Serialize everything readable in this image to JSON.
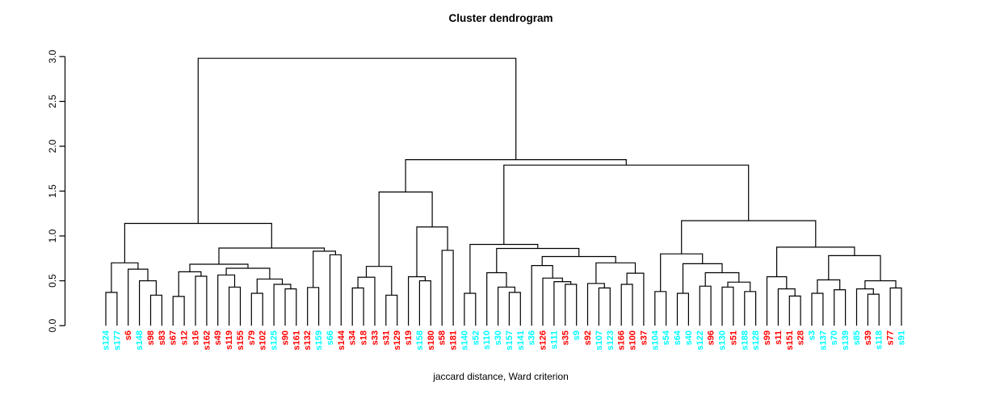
{
  "title": "Cluster dendrogram",
  "caption": "jaccard distance, Ward criterion",
  "colors": {
    "red": "#FF0000",
    "cyan": "#00FFFF",
    "line": "#000000"
  },
  "chart_data": {
    "type": "dendrogram",
    "title": "Cluster dendrogram",
    "xlabel": "jaccard distance, Ward criterion",
    "ylabel": "",
    "ylim": [
      0.0,
      3.0
    ],
    "yticks": [
      "0.0",
      "0.5",
      "1.0",
      "1.5",
      "2.0",
      "2.5",
      "3.0"
    ],
    "grid": false,
    "leaves": [
      {
        "label": "s124",
        "color": "cyan"
      },
      {
        "label": "s177",
        "color": "cyan"
      },
      {
        "label": "s6",
        "color": "red"
      },
      {
        "label": "s148",
        "color": "cyan"
      },
      {
        "label": "s98",
        "color": "red"
      },
      {
        "label": "s83",
        "color": "red"
      },
      {
        "label": "s67",
        "color": "red"
      },
      {
        "label": "s12",
        "color": "red"
      },
      {
        "label": "s16",
        "color": "red"
      },
      {
        "label": "s162",
        "color": "red"
      },
      {
        "label": "s49",
        "color": "red"
      },
      {
        "label": "s119",
        "color": "red"
      },
      {
        "label": "s155",
        "color": "red"
      },
      {
        "label": "s79",
        "color": "red"
      },
      {
        "label": "s102",
        "color": "red"
      },
      {
        "label": "s125",
        "color": "cyan"
      },
      {
        "label": "s90",
        "color": "red"
      },
      {
        "label": "s161",
        "color": "red"
      },
      {
        "label": "s132",
        "color": "red"
      },
      {
        "label": "s159",
        "color": "cyan"
      },
      {
        "label": "s66",
        "color": "cyan"
      },
      {
        "label": "s144",
        "color": "red"
      },
      {
        "label": "s34",
        "color": "red"
      },
      {
        "label": "s18",
        "color": "red"
      },
      {
        "label": "s33",
        "color": "red"
      },
      {
        "label": "s31",
        "color": "red"
      },
      {
        "label": "s129",
        "color": "red"
      },
      {
        "label": "s19",
        "color": "red"
      },
      {
        "label": "s158",
        "color": "cyan"
      },
      {
        "label": "s180",
        "color": "red"
      },
      {
        "label": "s58",
        "color": "red"
      },
      {
        "label": "s181",
        "color": "red"
      },
      {
        "label": "s140",
        "color": "cyan"
      },
      {
        "label": "s52",
        "color": "cyan"
      },
      {
        "label": "s110",
        "color": "cyan"
      },
      {
        "label": "s30",
        "color": "cyan"
      },
      {
        "label": "s157",
        "color": "cyan"
      },
      {
        "label": "s141",
        "color": "cyan"
      },
      {
        "label": "s36",
        "color": "cyan"
      },
      {
        "label": "s126",
        "color": "red"
      },
      {
        "label": "s111",
        "color": "cyan"
      },
      {
        "label": "s35",
        "color": "red"
      },
      {
        "label": "s9",
        "color": "cyan"
      },
      {
        "label": "s92",
        "color": "red"
      },
      {
        "label": "s107",
        "color": "cyan"
      },
      {
        "label": "s123",
        "color": "cyan"
      },
      {
        "label": "s166",
        "color": "red"
      },
      {
        "label": "s100",
        "color": "red"
      },
      {
        "label": "s37",
        "color": "red"
      },
      {
        "label": "s104",
        "color": "cyan"
      },
      {
        "label": "s54",
        "color": "cyan"
      },
      {
        "label": "s64",
        "color": "cyan"
      },
      {
        "label": "s40",
        "color": "cyan"
      },
      {
        "label": "s122",
        "color": "cyan"
      },
      {
        "label": "s96",
        "color": "red"
      },
      {
        "label": "s130",
        "color": "cyan"
      },
      {
        "label": "s51",
        "color": "red"
      },
      {
        "label": "s188",
        "color": "cyan"
      },
      {
        "label": "s128",
        "color": "cyan"
      },
      {
        "label": "s99",
        "color": "red"
      },
      {
        "label": "s11",
        "color": "red"
      },
      {
        "label": "s151",
        "color": "red"
      },
      {
        "label": "s28",
        "color": "red"
      },
      {
        "label": "s3",
        "color": "cyan"
      },
      {
        "label": "s137",
        "color": "cyan"
      },
      {
        "label": "s70",
        "color": "cyan"
      },
      {
        "label": "s139",
        "color": "cyan"
      },
      {
        "label": "s85",
        "color": "cyan"
      },
      {
        "label": "s39",
        "color": "red"
      },
      {
        "label": "s118",
        "color": "cyan"
      },
      {
        "label": "s77",
        "color": "red"
      },
      {
        "label": "s91",
        "color": "cyan"
      }
    ],
    "tree": {
      "h": 2.98,
      "c": [
        {
          "h": 1.14,
          "c": [
            {
              "h": 0.7,
              "c": [
                {
                  "h": 0.37,
                  "c": [
                    "s124",
                    "s177"
                  ]
                },
                {
                  "h": 0.63,
                  "c": [
                    "s6",
                    {
                      "h": 0.5,
                      "c": [
                        "s148",
                        {
                          "h": 0.34,
                          "c": [
                            "s98",
                            "s83"
                          ]
                        }
                      ]
                    }
                  ]
                }
              ]
            },
            {
              "h": 0.865,
              "c": [
                {
                  "h": 0.685,
                  "c": [
                    {
                      "h": 0.6,
                      "c": [
                        {
                          "h": 0.325,
                          "c": [
                            "s67",
                            "s12"
                          ]
                        },
                        {
                          "h": 0.55,
                          "c": [
                            "s16",
                            "s162"
                          ]
                        }
                      ]
                    },
                    {
                      "h": 0.64,
                      "c": [
                        {
                          "h": 0.565,
                          "c": [
                            "s49",
                            {
                              "h": 0.43,
                              "c": [
                                "s119",
                                "s155"
                              ]
                            }
                          ]
                        },
                        {
                          "h": 0.52,
                          "c": [
                            {
                              "h": 0.36,
                              "c": [
                                "s79",
                                "s102"
                              ]
                            },
                            {
                              "h": 0.46,
                              "c": [
                                "s125",
                                {
                                  "h": 0.41,
                                  "c": [
                                    "s90",
                                    "s161"
                                  ]
                                }
                              ]
                            }
                          ]
                        }
                      ]
                    }
                  ]
                },
                {
                  "h": 0.83,
                  "c": [
                    {
                      "h": 0.425,
                      "c": [
                        "s132",
                        "s159"
                      ]
                    },
                    {
                      "h": 0.79,
                      "c": [
                        "s66",
                        "s144"
                      ]
                    }
                  ]
                }
              ]
            }
          ]
        },
        {
          "h": 1.85,
          "c": [
            {
              "h": 1.49,
              "c": [
                {
                  "h": 0.66,
                  "c": [
                    {
                      "h": 0.54,
                      "c": [
                        {
                          "h": 0.42,
                          "c": [
                            "s34",
                            "s18"
                          ]
                        },
                        "s33"
                      ]
                    },
                    {
                      "h": 0.34,
                      "c": [
                        "s31",
                        "s129"
                      ]
                    }
                  ]
                },
                {
                  "h": 1.1,
                  "c": [
                    {
                      "h": 0.545,
                      "c": [
                        "s19",
                        {
                          "h": 0.5,
                          "c": [
                            "s158",
                            "s180"
                          ]
                        }
                      ]
                    },
                    {
                      "h": 0.84,
                      "c": [
                        "s58",
                        "s181"
                      ]
                    }
                  ]
                }
              ]
            },
            {
              "h": 1.79,
              "c": [
                {
                  "h": 0.905,
                  "c": [
                    {
                      "h": 0.36,
                      "c": [
                        "s140",
                        "s52"
                      ]
                    },
                    {
                      "h": 0.86,
                      "c": [
                        {
                          "h": 0.59,
                          "c": [
                            "s110",
                            {
                              "h": 0.43,
                              "c": [
                                "s30",
                                {
                                  "h": 0.37,
                                  "c": [
                                    "s157",
                                    "s141"
                                  ]
                                }
                              ]
                            }
                          ]
                        },
                        {
                          "h": 0.77,
                          "c": [
                            {
                              "h": 0.67,
                              "c": [
                                "s36",
                                {
                                  "h": 0.53,
                                  "c": [
                                    "s126",
                                    {
                                      "h": 0.49,
                                      "c": [
                                        "s111",
                                        {
                                          "h": 0.46,
                                          "c": [
                                            "s35",
                                            "s9"
                                          ]
                                        }
                                      ]
                                    }
                                  ]
                                }
                              ]
                            },
                            {
                              "h": 0.7,
                              "c": [
                                {
                                  "h": 0.47,
                                  "c": [
                                    "s92",
                                    {
                                      "h": 0.42,
                                      "c": [
                                        "s107",
                                        "s123"
                                      ]
                                    }
                                  ]
                                },
                                {
                                  "h": 0.585,
                                  "c": [
                                    {
                                      "h": 0.46,
                                      "c": [
                                        "s166",
                                        "s100"
                                      ]
                                    },
                                    "s37"
                                  ]
                                }
                              ]
                            }
                          ]
                        }
                      ]
                    }
                  ]
                },
                {
                  "h": 1.17,
                  "c": [
                    {
                      "h": 0.8,
                      "c": [
                        {
                          "h": 0.38,
                          "c": [
                            "s104",
                            "s54"
                          ]
                        },
                        {
                          "h": 0.69,
                          "c": [
                            {
                              "h": 0.36,
                              "c": [
                                "s64",
                                "s40"
                              ]
                            },
                            {
                              "h": 0.59,
                              "c": [
                                {
                                  "h": 0.44,
                                  "c": [
                                    "s122",
                                    "s96"
                                  ]
                                },
                                {
                                  "h": 0.485,
                                  "c": [
                                    {
                                      "h": 0.43,
                                      "c": [
                                        "s130",
                                        "s51"
                                      ]
                                    },
                                    {
                                      "h": 0.38,
                                      "c": [
                                        "s188",
                                        "s128"
                                      ]
                                    }
                                  ]
                                }
                              ]
                            }
                          ]
                        }
                      ]
                    },
                    {
                      "h": 0.875,
                      "c": [
                        {
                          "h": 0.545,
                          "c": [
                            "s99",
                            {
                              "h": 0.41,
                              "c": [
                                "s11",
                                {
                                  "h": 0.33,
                                  "c": [
                                    "s151",
                                    "s28"
                                  ]
                                }
                              ]
                            }
                          ]
                        },
                        {
                          "h": 0.78,
                          "c": [
                            {
                              "h": 0.51,
                              "c": [
                                {
                                  "h": 0.36,
                                  "c": [
                                    "s3",
                                    "s137"
                                  ]
                                },
                                {
                                  "h": 0.4,
                                  "c": [
                                    "s70",
                                    "s139"
                                  ]
                                }
                              ]
                            },
                            {
                              "h": 0.5,
                              "c": [
                                {
                                  "h": 0.41,
                                  "c": [
                                    "s85",
                                    {
                                      "h": 0.35,
                                      "c": [
                                        "s39",
                                        "s118"
                                      ]
                                    }
                                  ]
                                },
                                {
                                  "h": 0.42,
                                  "c": [
                                    "s77",
                                    "s91"
                                  ]
                                }
                              ]
                            }
                          ]
                        }
                      ]
                    }
                  ]
                }
              ]
            }
          ]
        }
      ]
    }
  }
}
